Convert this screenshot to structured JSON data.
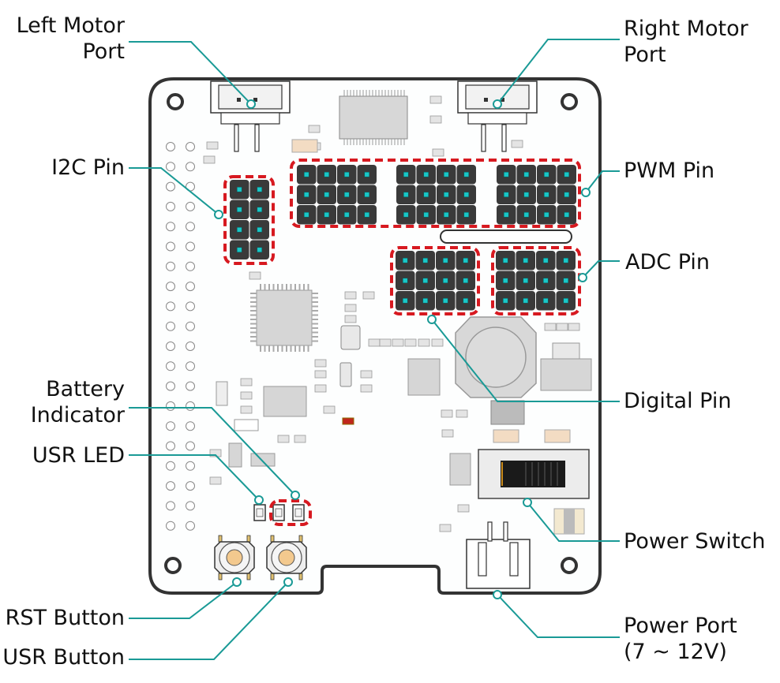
{
  "diagram": {
    "subject": "Motor driver expansion board",
    "colors": {
      "leader_line": "#1a9a96",
      "highlight_box": "#d71920",
      "pin_header": "#3a3a3a",
      "pin_center": "#19c7c7",
      "board_outline": "#333333",
      "board_fill": "#fdfefe"
    },
    "labels": {
      "left_motor_port": [
        "Left Motor",
        "Port"
      ],
      "right_motor_port": [
        "Right Motor",
        "Port"
      ],
      "i2c_pin": "I2C Pin",
      "pwm_pin": "PWM Pin",
      "adc_pin": "ADC Pin",
      "digital_pin": "Digital Pin",
      "battery_indicator": [
        "Battery",
        "Indicator"
      ],
      "usr_led": "USR LED",
      "power_switch": "Power Switch",
      "rst_button": "RST Button",
      "usr_button": "USR Button",
      "power_port": [
        "Power Port",
        "(7 ~ 12V)"
      ]
    },
    "pin_groups": {
      "i2c": {
        "rows": 4,
        "cols": 2
      },
      "pwm": {
        "blocks": 3,
        "rows": 3,
        "cols": 4
      },
      "digital": {
        "rows": 3,
        "cols": 4
      },
      "adc": {
        "rows": 3,
        "cols": 4
      }
    }
  }
}
